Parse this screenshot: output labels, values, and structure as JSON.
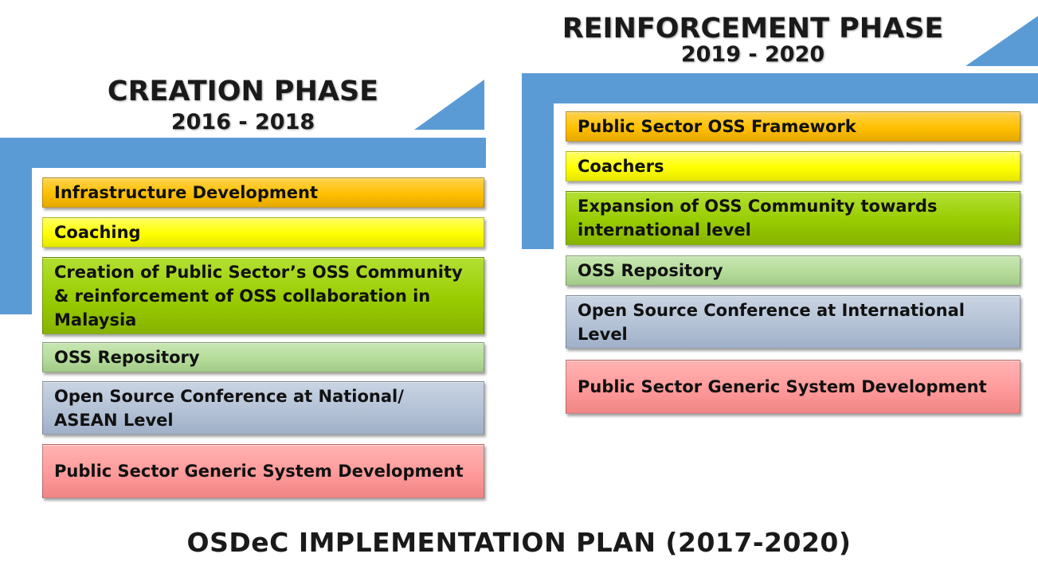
{
  "colors": {
    "accent_blue": "#5b9bd5",
    "orange": "#ffc000",
    "yellow": "#ffff00",
    "green": "#99cc00",
    "light_green": "#b5dc9b",
    "gray_blue": "#b4c2d6",
    "pink": "#ff9a9a"
  },
  "creation": {
    "title": "CREATION PHASE",
    "years": "2016 - 2018",
    "items": [
      {
        "label": "Infrastructure Development",
        "color": "#ffc000"
      },
      {
        "label": "Coaching",
        "color": "#ffff00"
      },
      {
        "label": "Creation of Public Sector’s OSS Community & reinforcement of OSS collaboration in Malaysia",
        "color": "#99cc00"
      },
      {
        "label": "OSS Repository",
        "color": "#b5dc9b"
      },
      {
        "label": "Open Source Conference at National/ ASEAN Level",
        "color": "#b4c2d6"
      },
      {
        "label": "Public Sector Generic System Development",
        "color": "#ff9a9a"
      }
    ]
  },
  "reinforcement": {
    "title": "REINFORCEMENT PHASE",
    "years": "2019 - 2020",
    "items": [
      {
        "label": "Public Sector OSS Framework",
        "color": "#ffc000"
      },
      {
        "label": "Coachers",
        "color": "#ffff00"
      },
      {
        "label": "Expansion of OSS Community towards international level",
        "color": "#99cc00"
      },
      {
        "label": "OSS Repository",
        "color": "#b5dc9b"
      },
      {
        "label": "Open Source Conference at International Level",
        "color": "#b4c2d6"
      },
      {
        "label": "Public Sector Generic System Development",
        "color": "#ff9a9a"
      }
    ]
  },
  "footer": {
    "title": "OSDeC IMPLEMENTATION PLAN (2017-2020)"
  }
}
